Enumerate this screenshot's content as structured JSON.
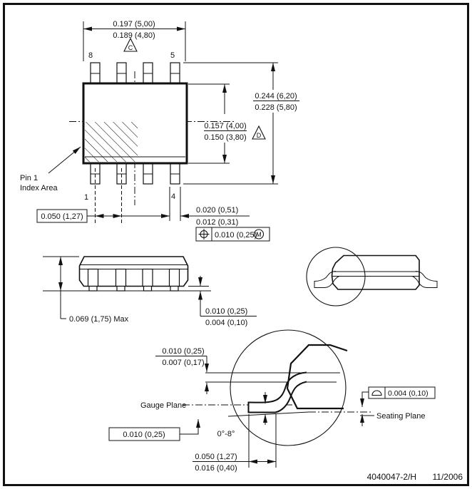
{
  "drawing": {
    "footer_code": "4040047-2/H",
    "footer_date": "11/2006"
  },
  "top_view": {
    "pin8": "8",
    "pin5": "5",
    "pin1": "1",
    "pin4": "4",
    "pin1_index_line1": "Pin 1",
    "pin1_index_line2": "Index Area",
    "dim_width_max": "0.197 (5,00)",
    "dim_width_min": "0.189 (4,80)",
    "rev_flag_c": "C",
    "dim_span_max": "0.244 (6,20)",
    "dim_span_min": "0.228 (5,80)",
    "dim_body_max": "0.157 (4,00)",
    "dim_body_min": "0.150 (3,80)",
    "rev_flag_d": "D",
    "dim_pitch": "0.050 (1,27)",
    "dim_lead_width_max": "0.020 (0,51)",
    "dim_lead_width_min": "0.012 (0,31)",
    "fcf_tolerance": "0.010 (0,25)",
    "fcf_modifier": "M"
  },
  "side_view": {
    "dim_height": "0.069 (1,75) Max",
    "dim_standoff_max": "0.010 (0,25)",
    "dim_standoff_min": "0.004 (0,10)"
  },
  "detail_view": {
    "dim_lead_thickness_max": "0.010 (0,25)",
    "dim_lead_thickness_min": "0.007 (0,17)",
    "gauge_plane_label": "Gauge Plane",
    "dim_gauge_length": "0.010 (0,25)",
    "angle_range": "0°-8°",
    "flatness_tolerance": "0.004 (0,10)",
    "seating_plane_label": "Seating Plane",
    "dim_foot_length_max": "0.050 (1,27)",
    "dim_foot_length_min": "0.016 (0,40)"
  }
}
